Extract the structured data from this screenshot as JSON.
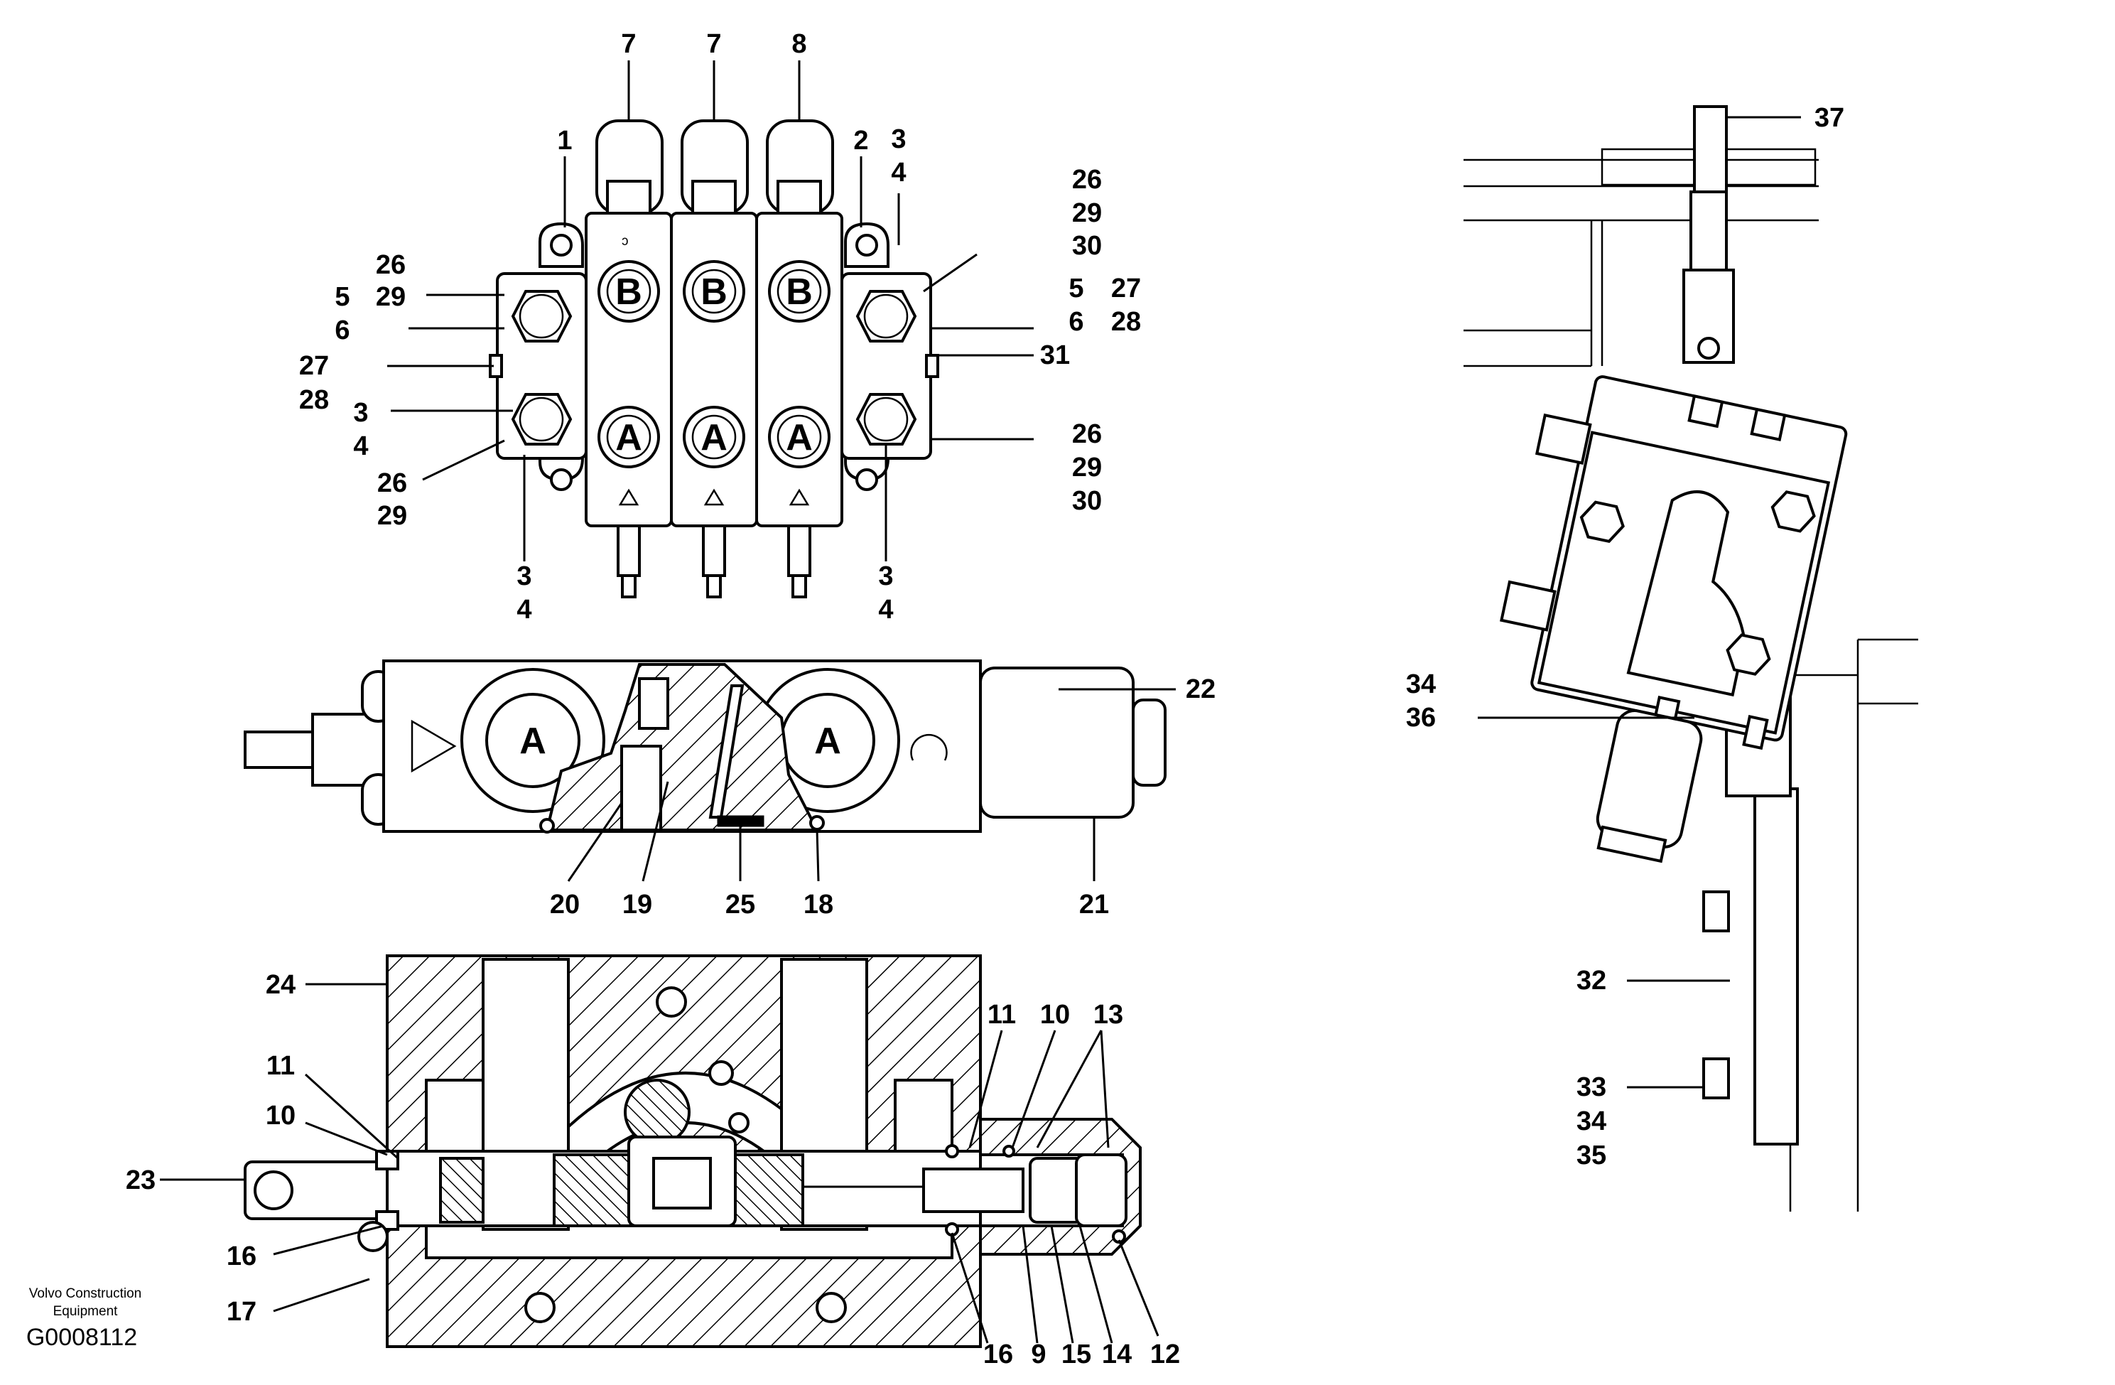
{
  "callouts": {
    "top_view": [
      "7",
      "7",
      "8",
      "1",
      "2",
      "3",
      "4",
      "26",
      "29",
      "30",
      "26",
      "29",
      "5",
      "6",
      "27",
      "28",
      "3",
      "4",
      "26",
      "29",
      "5",
      "27",
      "6",
      "28",
      "31",
      "26",
      "29",
      "30",
      "3",
      "4",
      "3",
      "4"
    ],
    "side_view": [
      "22",
      "20",
      "19",
      "25",
      "18",
      "21"
    ],
    "section_view": [
      "24",
      "11",
      "10",
      "23",
      "16",
      "17",
      "11",
      "10",
      "13",
      "16",
      "9",
      "15",
      "14",
      "12"
    ],
    "mount_view": [
      "37",
      "34",
      "36",
      "32",
      "33",
      "34",
      "35"
    ]
  },
  "port_letters": {
    "b": "B",
    "a": "A"
  },
  "footer": {
    "company": "Volvo Construction Equipment",
    "drawing_code": "G0008112"
  }
}
